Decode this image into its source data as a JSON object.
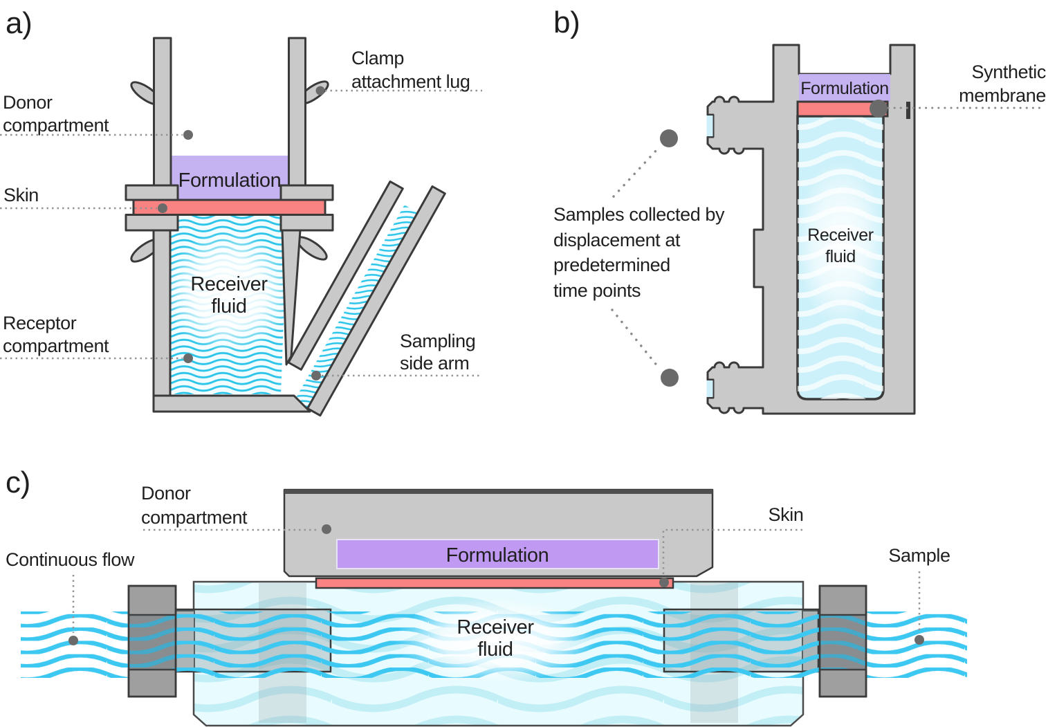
{
  "figure": {
    "description": "Diffusion cell diagrams for skin permeation testing",
    "panels": [
      "a)",
      "b)",
      "c)"
    ]
  },
  "panel_a": {
    "tag": "a)",
    "formulation": "Formulation",
    "receiver1": "Receiver",
    "receiver2": "fluid",
    "clamp1": "Clamp",
    "clamp2": "attachment lug",
    "donor1": "Donor",
    "donor2": "compartment",
    "skin": "Skin",
    "receptor1": "Receptor",
    "receptor2": "compartment",
    "sampling1": "Sampling",
    "sampling2": "side arm"
  },
  "panel_b": {
    "tag": "b)",
    "formulation": "Formulation",
    "receiver1": "Receiver",
    "receiver2": "fluid",
    "membrane1": "Synthetic",
    "membrane2": "membrane",
    "samples1": "Samples collected by",
    "samples2": "displacement at",
    "samples3": "predetermined",
    "samples4": "time points"
  },
  "panel_c": {
    "tag": "c)",
    "donor1": "Donor",
    "donor2": "compartment",
    "continuous_flow": "Continuous flow",
    "formulation": "Formulation",
    "skin": "Skin",
    "sample": "Sample",
    "receiver1": "Receiver",
    "receiver2": "fluid"
  },
  "colors": {
    "formulation_purple": "#c5b2f0",
    "formulation_purple_c": "#c09af2",
    "skin_red": "#f98282",
    "wave_cyan": "#2cc5e9",
    "flow_cyan": "#3dc8f2",
    "metal_gray": "#c9c9c9",
    "nut_gray": "#9f9f9f",
    "outline_dark": "#3a3a3a",
    "fluid_bg_b": "#cdf1fa",
    "fluid_bg_c": "#e8fbfe",
    "leader_gray": "#949494"
  }
}
